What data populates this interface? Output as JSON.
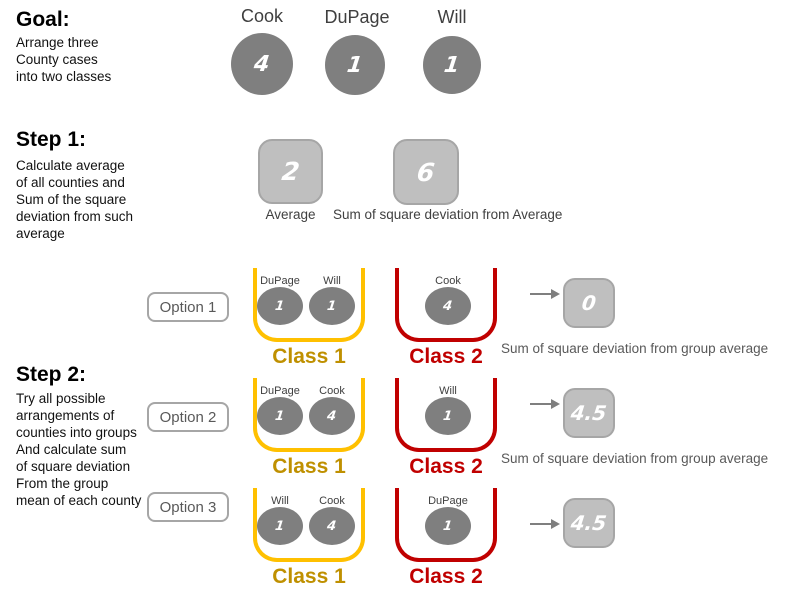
{
  "goal": {
    "heading": "Goal:",
    "text": "Arrange three\nCounty cases\ninto two classes"
  },
  "counties": [
    {
      "name": "Cook",
      "value": "4"
    },
    {
      "name": "DuPage",
      "value": "1"
    },
    {
      "name": "Will",
      "value": "1"
    }
  ],
  "step1": {
    "heading": "Step 1:",
    "text": "Calculate average\nof all counties and\nSum of the square\ndeviation from such\naverage",
    "average": {
      "value": "2",
      "label": "Average"
    },
    "sum_sq_dev": {
      "value": "6",
      "label": "Sum of square deviation from Average"
    }
  },
  "step2": {
    "heading": "Step 2:",
    "text": "Try all possible\narrangements of\ncounties into groups\nAnd calculate sum\nof square deviation\nFrom the group\nmean of each county",
    "options": [
      {
        "label": "Option 1",
        "class1": {
          "label": "Class 1",
          "counties": [
            {
              "name": "DuPage",
              "value": "1"
            },
            {
              "name": "Will",
              "value": "1"
            }
          ]
        },
        "class2": {
          "label": "Class 2",
          "counties": [
            {
              "name": "Cook",
              "value": "4"
            }
          ]
        },
        "result": "0",
        "caption": "Sum of square deviation from group average"
      },
      {
        "label": "Option 2",
        "class1": {
          "label": "Class 1",
          "counties": [
            {
              "name": "DuPage",
              "value": "1"
            },
            {
              "name": "Cook",
              "value": "4"
            }
          ]
        },
        "class2": {
          "label": "Class 2",
          "counties": [
            {
              "name": "Will",
              "value": "1"
            }
          ]
        },
        "result": "4.5",
        "caption": "Sum of square deviation from group average"
      },
      {
        "label": "Option 3",
        "class1": {
          "label": "Class 1",
          "counties": [
            {
              "name": "Will",
              "value": "1"
            },
            {
              "name": "Cook",
              "value": "4"
            }
          ]
        },
        "class2": {
          "label": "Class 2",
          "counties": [
            {
              "name": "DuPage",
              "value": "1"
            }
          ]
        },
        "result": "4.5",
        "caption": ""
      }
    ]
  },
  "colors": {
    "class1_accent": "#FFC000",
    "class1_text": "#BF9000",
    "class2_accent": "#C00000",
    "node_gray": "#7F7F7F",
    "box_fill": "#BFBFBF",
    "box_border": "#A6A6A6",
    "muted_text": "#595959"
  }
}
